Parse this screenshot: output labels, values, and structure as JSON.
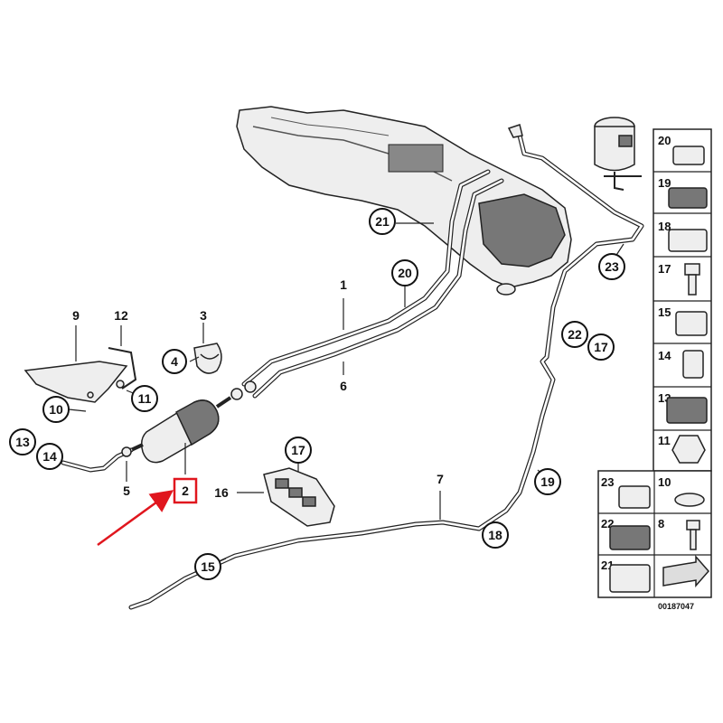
{
  "diagram": {
    "circled_callouts": {
      "c21": "21",
      "c20": "20",
      "c23": "23",
      "c22": "22",
      "c17a": "17",
      "c4": "4",
      "c10": "10",
      "c11": "11",
      "c13": "13",
      "c14": "14",
      "c17b": "17",
      "c19": "19",
      "c18": "18",
      "c15": "15"
    },
    "plain_labels": {
      "l1": "1",
      "l6": "6",
      "l9": "9",
      "l12": "12",
      "l3": "3",
      "l5": "5",
      "l16": "16",
      "l7": "7"
    },
    "highlighted_part": {
      "label": "2",
      "color": "#e0161e"
    },
    "side_panel": [
      "20",
      "19",
      "18",
      "17",
      "15",
      "14",
      "13",
      "11"
    ],
    "bottom_panel": {
      "left": [
        "23",
        "22",
        "21"
      ],
      "right": [
        "10",
        "8"
      ]
    },
    "drawing_number": "00187047"
  },
  "colors": {
    "ink": "#111111",
    "highlight": "#e0161e",
    "background": "#ffffff"
  }
}
